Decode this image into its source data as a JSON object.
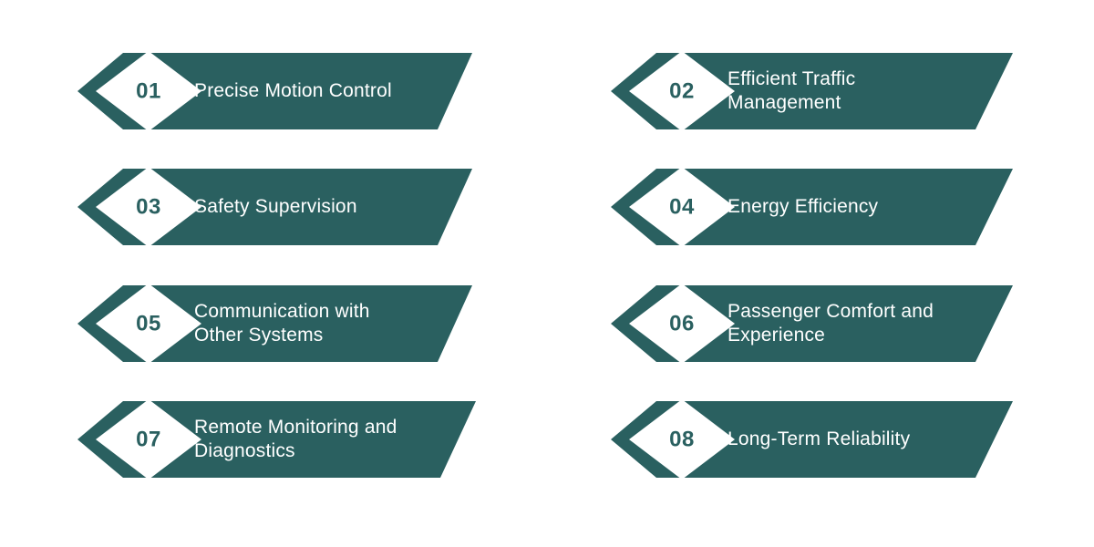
{
  "theme": {
    "background": "#FFFFFF",
    "banner_fill": "#2A6060",
    "diamond_fill": "#FFFFFF",
    "number_color": "#2A6060",
    "label_color": "#FFFFFF"
  },
  "items": [
    {
      "number": "01",
      "label": "Precise Motion Control"
    },
    {
      "number": "02",
      "label": "Efficient Traffic\nManagement"
    },
    {
      "number": "03",
      "label": "Safety Supervision"
    },
    {
      "number": "04",
      "label": "Energy Efficiency"
    },
    {
      "number": "05",
      "label": "Communication with\nOther Systems"
    },
    {
      "number": "06",
      "label": "Passenger Comfort and\nExperience"
    },
    {
      "number": "07",
      "label": "Remote Monitoring and\nDiagnostics"
    },
    {
      "number": "08",
      "label": "Long-Term Reliability"
    }
  ]
}
